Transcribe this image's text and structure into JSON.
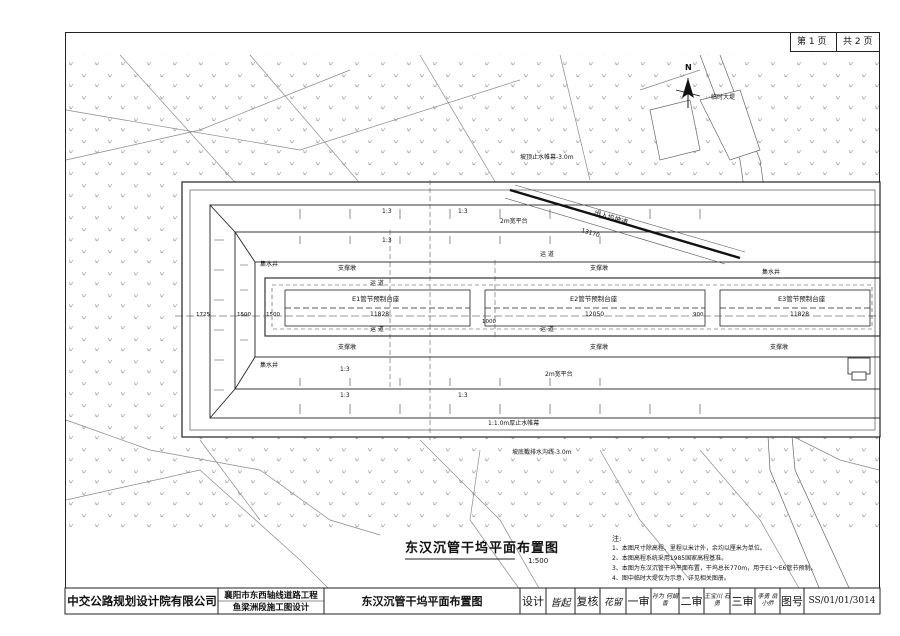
{
  "page": {
    "page_label": "第 1 页",
    "total_label": "共 2 页"
  },
  "drawing": {
    "title": "东汉沉管干坞平面布置图",
    "scale": "1:500",
    "north_label": "N",
    "labels": {
      "top_place": "临时大堤",
      "top_note": "坡顶止水帷幕-3.0m",
      "bottom_note": "坡底截排水沟线-3.0m",
      "bottom_stop": "1:1.0m厚止水帷幕",
      "left_water_top": "集水井",
      "left_water_bot": "集水井",
      "right_water": "集水井",
      "branch_top": "支撑墩",
      "branch_bot": "支撑墩",
      "branch_top_r": "支撑墩",
      "branch_bot_r": "支撑墩",
      "road_top": "运 道",
      "road_bot": "运 道",
      "road_top_r": "运 道",
      "road_bot_r": "运 道",
      "platform_top": "2m宽平台",
      "platform_bot": "2m宽平台",
      "e1": "E1管节预制台座",
      "e2": "E2管节预制台座",
      "e3": "E3管节预制台座",
      "e1_len": "11828",
      "e2_len": "12050",
      "e3_len": "11828",
      "ramp_label": "出入坞坡道",
      "ramp_len": "13170",
      "slope_a": "1:3",
      "slope_b": "1:3",
      "slope_c": "1:3",
      "slope_d": "1:3",
      "slope_e": "1:3",
      "slope_f": "1:3",
      "dim_left": "1725",
      "dim_left2": "1500",
      "dim_left3": "1500",
      "dim_1000": "1000",
      "dim_900": "900"
    },
    "notes_header": "注:",
    "notes": [
      "1、本图尺寸除高程、里程以米计外，余均以厘米为单位。",
      "2、本图高程系统采用1985国家高程基准。",
      "3、本图为东汉沉管干坞平面布置，干坞总长770m，用于E1～E6管节预制。",
      "4、图中临时大堤仅为示意，详见相关图册。"
    ]
  },
  "title_block": {
    "company": "中交公路规划设计院有限公司",
    "project_line1": "襄阳市东西轴线道路工程",
    "project_line2": "鱼梁洲段施工图设计",
    "drawing_name": "东汉沉管干坞平面布置图",
    "design_label": "设计",
    "design_sig": "皆起",
    "review_label": "复核",
    "review_sig": "花留",
    "check1_label": "一审",
    "check1_sig": "孙为 何娟香",
    "check2_label": "二审",
    "check2_sig": "王宝川 石勇",
    "check3_label": "三审",
    "check3_sig": "李勇 岳小侨",
    "number_label": "图号",
    "number_value": "SS/01/01/3014"
  },
  "colors": {
    "line": "#222222",
    "light": "#8a8a8a"
  }
}
